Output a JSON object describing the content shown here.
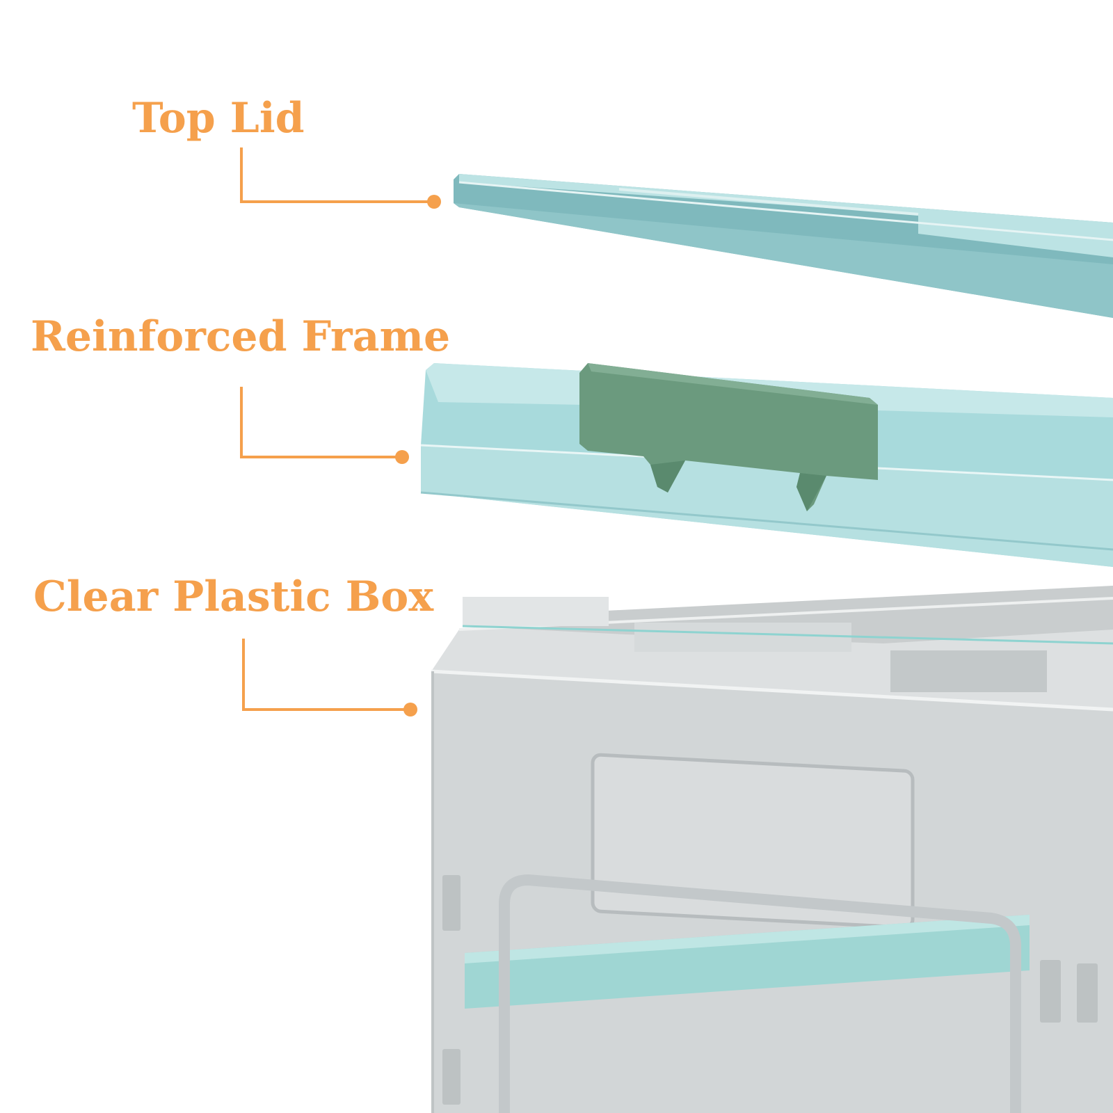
{
  "labels": {
    "top_lid": "Top Lid",
    "reinforced_frame": "Reinforced Frame",
    "clear_plastic_box": "Clear Plastic Box"
  },
  "colors": {
    "label": "#F5A04C",
    "lid": "#A9DADC",
    "lid_shadow": "#7FB9BD",
    "frame_clip": "#6B9A7E",
    "plastic": "#D3D7D8",
    "plastic_edge": "#B9BEC0",
    "accent_strip": "#9FD6D3"
  }
}
